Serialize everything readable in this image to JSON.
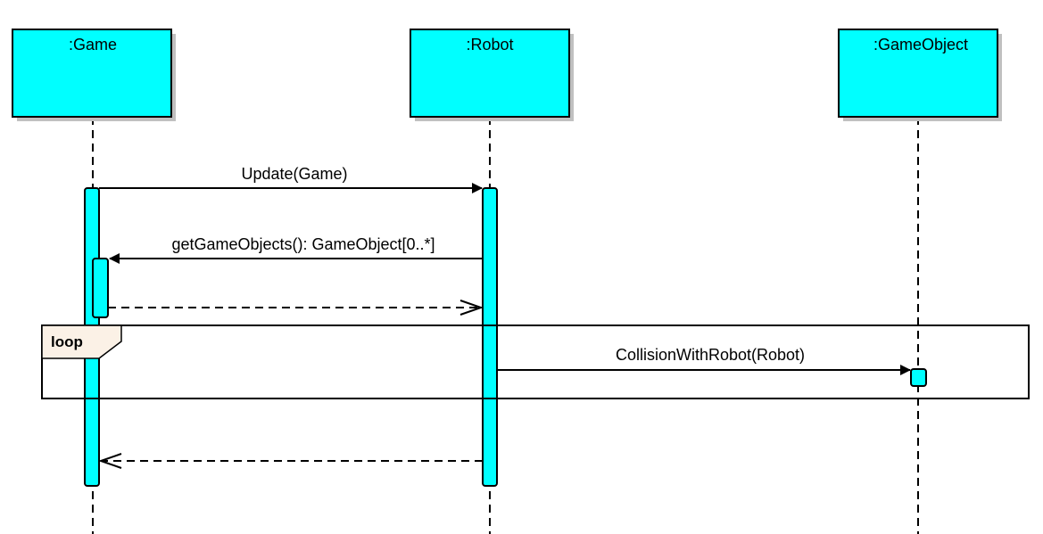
{
  "participants": {
    "game": ":Game",
    "robot": ":Robot",
    "gameobject": ":GameObject"
  },
  "messages": {
    "update": "Update(Game)",
    "get_game_objects": "getGameObjects(): GameObject[0..*]",
    "collision": "CollisionWithRobot(Robot)"
  },
  "fragment": {
    "operator": "loop"
  },
  "colors": {
    "lifeline_box": "#00ffff",
    "activation": "#00ffff",
    "fragment_tab": "#fbf1e6",
    "shadow": "#c0c0c0",
    "line": "#000000"
  }
}
